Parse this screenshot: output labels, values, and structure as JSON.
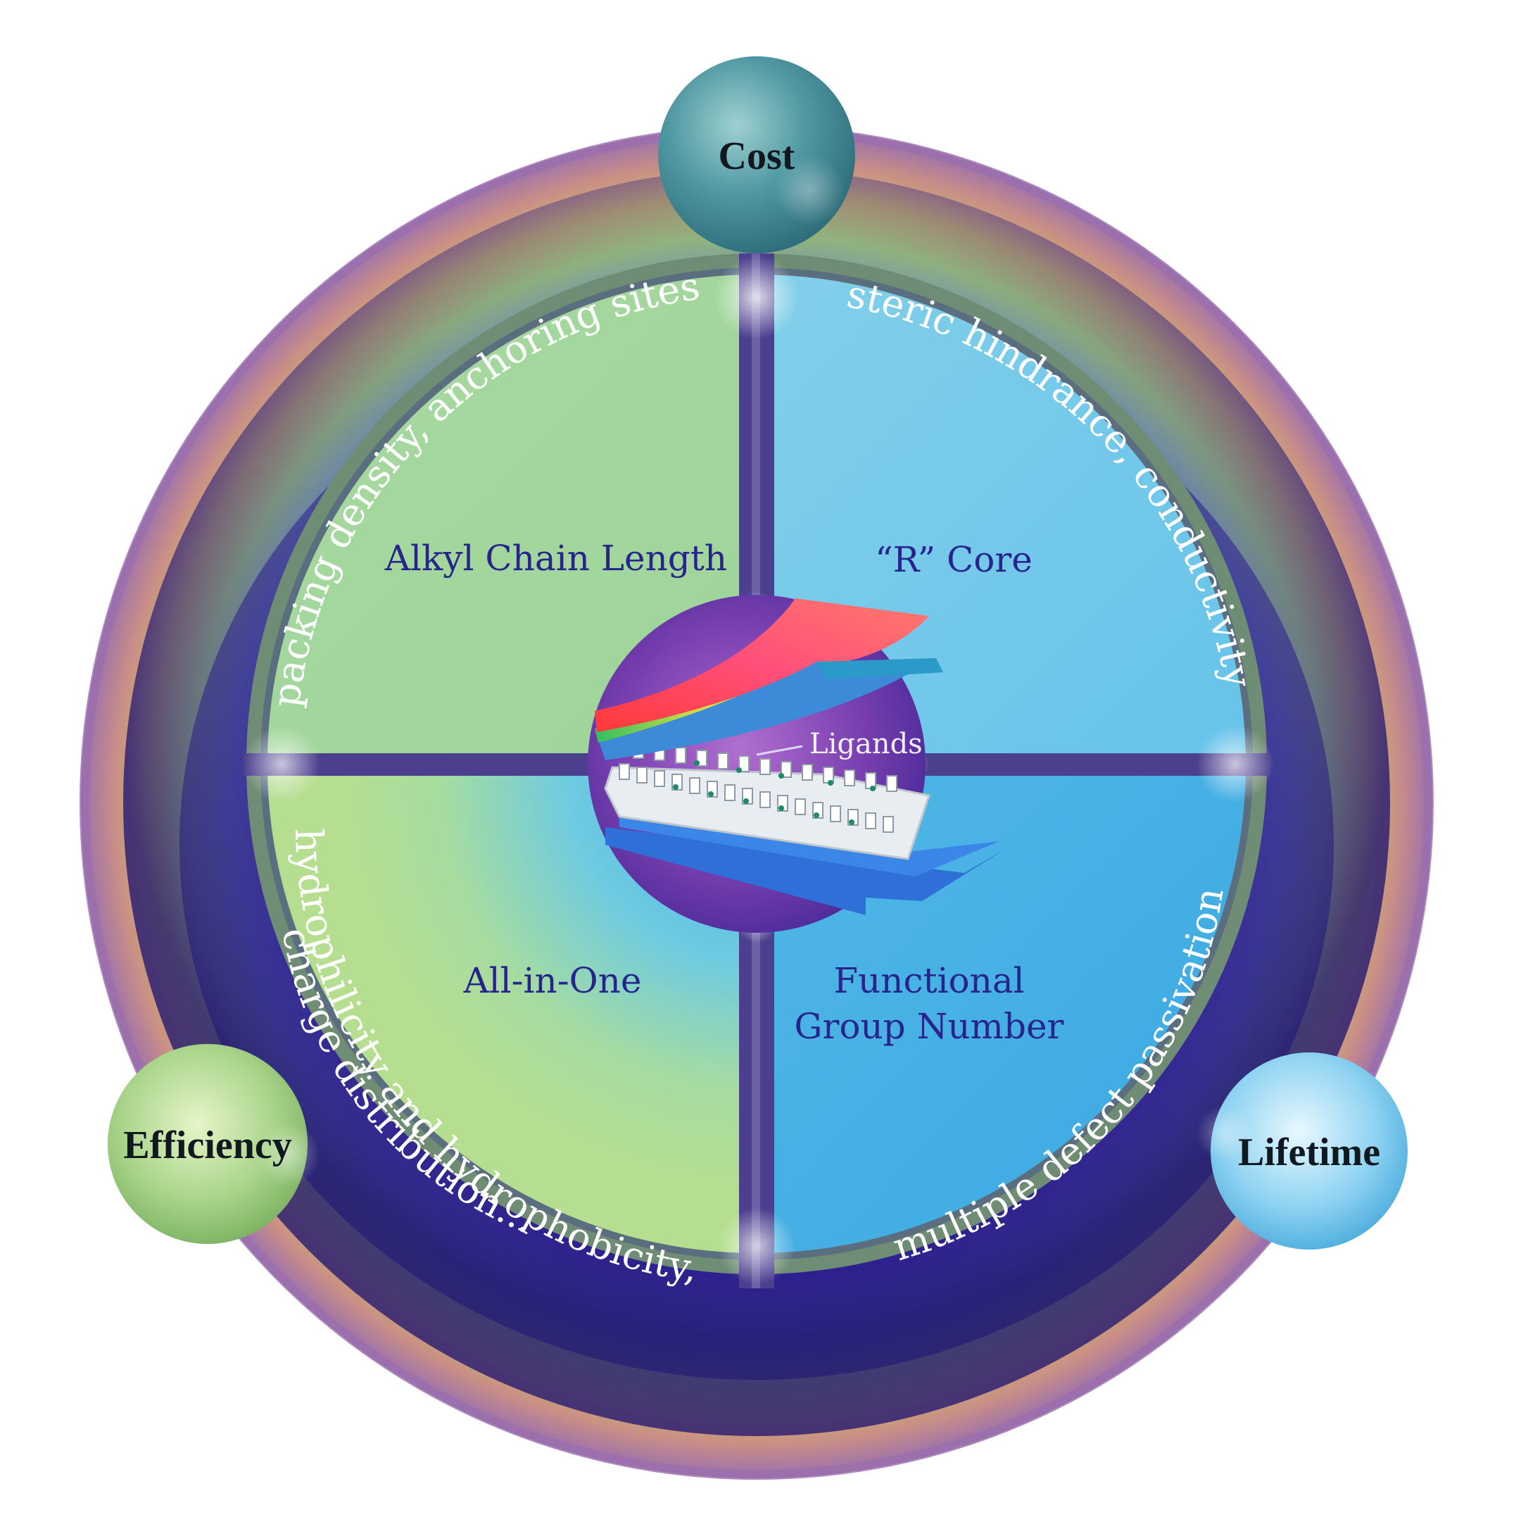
{
  "center": {
    "label": "Ligands"
  },
  "quadrants": {
    "top_left": {
      "label": "Alkyl Chain Length",
      "arc_text": "packing density, anchoring sites"
    },
    "top_right": {
      "label": "“R” Core",
      "arc_text": "steric hindrance, conductivity"
    },
    "bottom_left": {
      "label": "All-in-One",
      "arc_text_1": "hydrophilicity and hydrophobicity,",
      "arc_text_2": "charge distribution..."
    },
    "bottom_right": {
      "label_line1": "Functional",
      "label_line2": "Group Number",
      "arc_text": "multiple defect passivation"
    }
  },
  "orbs": {
    "top": {
      "label": "Cost"
    },
    "left": {
      "label": "Efficiency"
    },
    "right": {
      "label": "Lifetime"
    }
  },
  "colors": {
    "outer_ring_purple": "#9b6fae",
    "ring_rainbow": [
      "#d08a7c",
      "#c8b46a",
      "#9cc37a",
      "#6f8fb0",
      "#4a2aa8"
    ],
    "inner_disc": "#2a1a8a",
    "quadrant_green": "#a6d99a",
    "quadrant_blue": "#70c8ea",
    "quadrant_label": "#27248c",
    "arc_band": "#6f8c74",
    "cross_band": "#4b3f8e",
    "orb_cost": "#3d8a96",
    "orb_efficiency": "#8ec46e",
    "orb_lifetime": "#5ab8e0"
  }
}
